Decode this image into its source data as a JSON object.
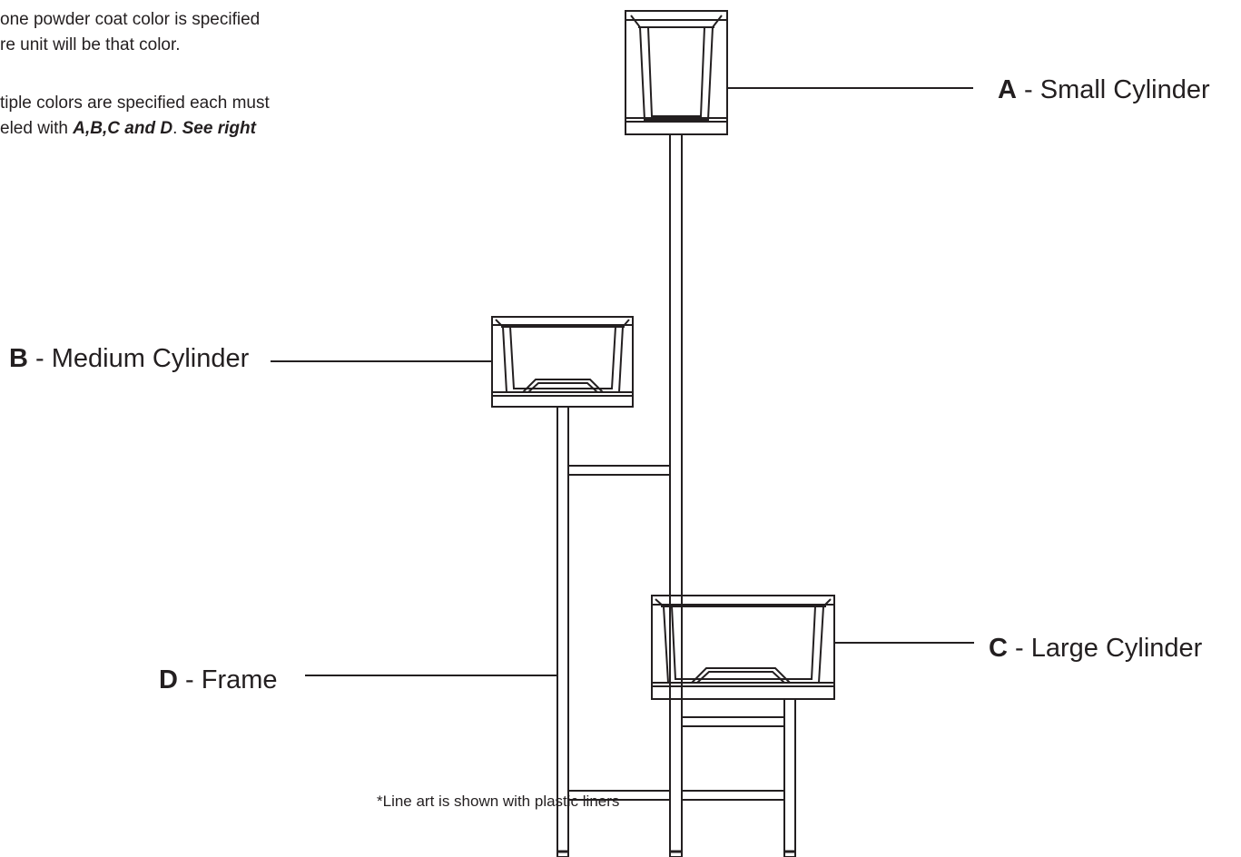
{
  "notes": {
    "line1a": "one powder coat color is specified",
    "line1b": "re unit will be that color.",
    "line2a": "tiple colors are specified each must",
    "line2b_prefix": "eled with ",
    "line2b_emph1": "A,B,C and D",
    "line2b_mid": ". ",
    "line2b_emph2": "See right"
  },
  "labels": {
    "a": {
      "letter": "A",
      "text": " - Small Cylinder"
    },
    "b": {
      "letter": "B",
      "text": " - Medium Cylinder"
    },
    "c": {
      "letter": "C",
      "text": " - Large Cylinder"
    },
    "d": {
      "letter": "D",
      "text": " - Frame"
    }
  },
  "footnote": "*Line art is shown with plastic liners",
  "colors": {
    "line": "#231f20",
    "background": "#ffffff"
  }
}
